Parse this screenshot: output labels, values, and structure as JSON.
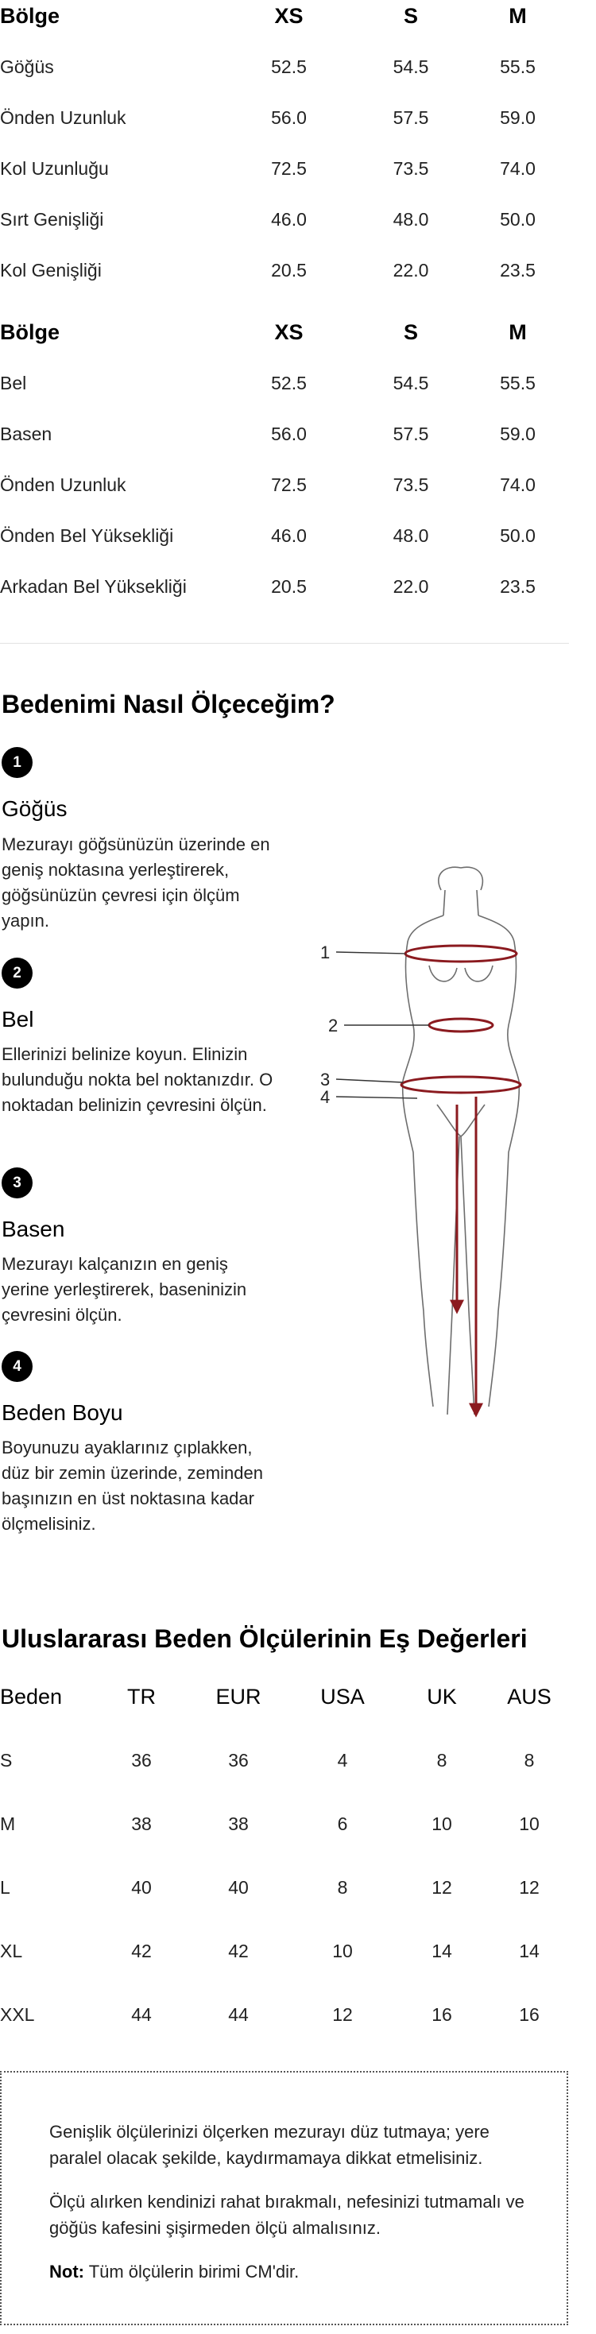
{
  "top_table": {
    "header": [
      "Bölge",
      "XS",
      "S",
      "M"
    ],
    "rows": [
      [
        "Göğüs",
        "52.5",
        "54.5",
        "55.5"
      ],
      [
        "Önden Uzunluk",
        "56.0",
        "57.5",
        "59.0"
      ],
      [
        "Kol Uzunluğu",
        "72.5",
        "73.5",
        "74.0"
      ],
      [
        "Sırt Genişliği",
        "46.0",
        "48.0",
        "50.0"
      ],
      [
        "Kol Genişliği",
        "20.5",
        "22.0",
        "23.5"
      ]
    ]
  },
  "bottom_table": {
    "header": [
      "Bölge",
      "XS",
      "S",
      "M"
    ],
    "rows": [
      [
        "Bel",
        "52.5",
        "54.5",
        "55.5"
      ],
      [
        "Basen",
        "56.0",
        "57.5",
        "59.0"
      ],
      [
        "Önden Uzunluk",
        "72.5",
        "73.5",
        "74.0"
      ],
      [
        "Önden Bel Yüksekliği",
        "46.0",
        "48.0",
        "50.0"
      ],
      [
        "Arkadan Bel Yüksekliği",
        "20.5",
        "22.0",
        "23.5"
      ]
    ]
  },
  "howto": {
    "title": "Bedenimi Nasıl Ölçeceğim?",
    "steps": [
      {
        "num": "1",
        "title": "Göğüs",
        "text": "Mezurayı göğsünüzün üzerinde en geniş noktasına yerleştirerek, göğsünüzün çevresi için ölçüm yapın."
      },
      {
        "num": "2",
        "title": "Bel",
        "text": "Ellerinizi belinize koyun. Elinizin bulunduğu nokta bel noktanızdır. O noktadan belinizin çevresini ölçün."
      },
      {
        "num": "3",
        "title": "Basen",
        "text": "Mezurayı kalçanızın en geniş yerine yerleştirerek, baseninizin çevresini ölçün."
      },
      {
        "num": "4",
        "title": "Beden Boyu",
        "text": "Boyunuzu ayaklarınız çıplakken, düz bir zemin üzerinde, zeminden başınızın en üst noktasına kadar ölçmelisiniz."
      }
    ],
    "figure_labels": [
      "1",
      "2",
      "3",
      "4"
    ],
    "accent": "#8b1a1f"
  },
  "intl": {
    "title": "Uluslararası Beden Ölçülerinin Eş Değerleri",
    "header": [
      "Beden",
      "TR",
      "EUR",
      "USA",
      "UK",
      "AUS"
    ],
    "rows": [
      [
        "S",
        "36",
        "36",
        "4",
        "8",
        "8"
      ],
      [
        "M",
        "38",
        "38",
        "6",
        "10",
        "10"
      ],
      [
        "L",
        "40",
        "40",
        "8",
        "12",
        "12"
      ],
      [
        "XL",
        "42",
        "42",
        "10",
        "14",
        "14"
      ],
      [
        "XXL",
        "44",
        "44",
        "12",
        "16",
        "16"
      ]
    ]
  },
  "notes": {
    "p1": "Genişlik ölçülerinizi ölçerken mezurayı düz tutmaya; yere paralel olacak şekilde, kaydırmamaya dikkat etmelisiniz.",
    "p2": "Ölçü alırken kendinizi rahat bırakmalı, nefesinizi tutmamalı ve göğüs kafesini şişirmeden ölçü almalısınız.",
    "note_label": "Not:",
    "note_text": " Tüm ölçülerin birimi CM'dir."
  }
}
